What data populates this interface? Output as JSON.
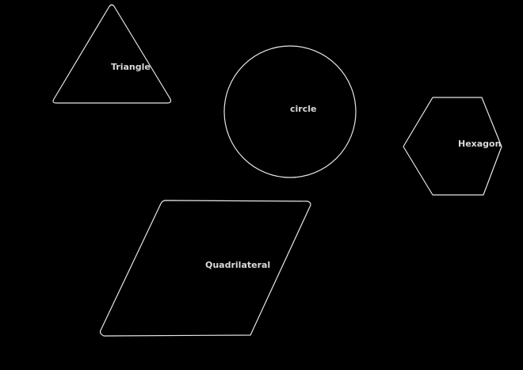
{
  "colors": {
    "background": "#000000",
    "stroke": "#e6e6e6",
    "text": "#d9d9d9"
  },
  "shapes": {
    "triangle": {
      "label": "Triangle"
    },
    "circle": {
      "label": "circle"
    },
    "hexagon": {
      "label": "Hexagon"
    },
    "quadrilateral": {
      "label": "Quadrilateral"
    }
  }
}
